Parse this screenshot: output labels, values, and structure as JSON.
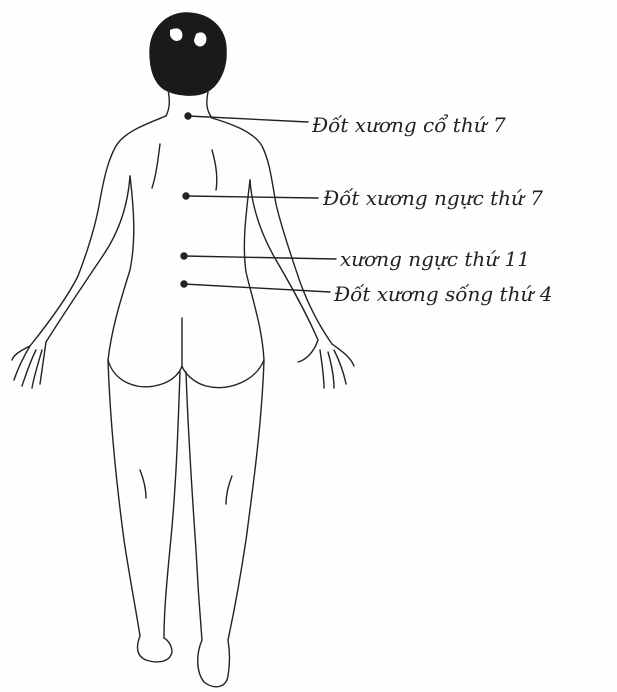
{
  "diagram": {
    "labels": [
      {
        "id": "cervical-7",
        "text": "Đốt xương cổ thứ 7"
      },
      {
        "id": "thoracic-7",
        "text": "Đốt xương ngực thứ 7"
      },
      {
        "id": "thoracic-11",
        "text": "xương ngực thứ 11"
      },
      {
        "id": "lumbar-4",
        "text": "Đốt xương sống thứ 4"
      }
    ],
    "colors": {
      "ink": "#222222",
      "paper": "#fefefe",
      "hair": "#1a1a1a"
    }
  }
}
